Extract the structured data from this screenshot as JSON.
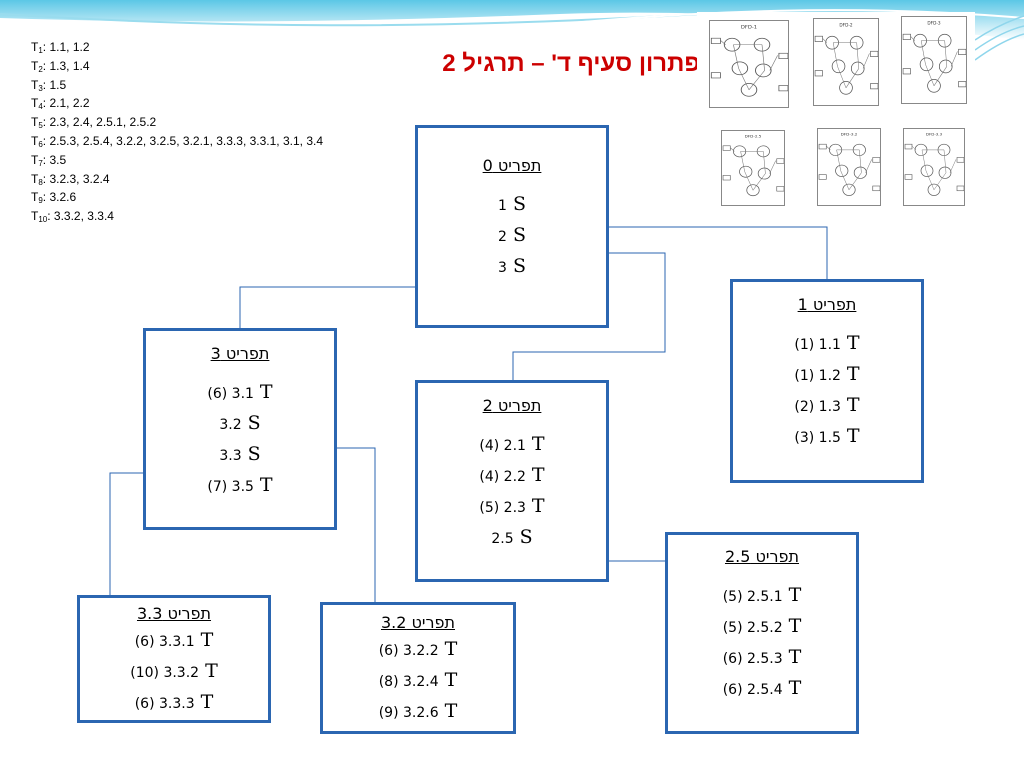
{
  "slide": {
    "title": "פתרון סעיף ד' – תרגיל 2"
  },
  "transactions": [
    {
      "name": "T",
      "sub": "1",
      "values": ": 1.1, 1.2"
    },
    {
      "name": "T",
      "sub": "2",
      "values": ": 1.3, 1.4"
    },
    {
      "name": "T",
      "sub": "3",
      "values": ": 1.5"
    },
    {
      "name": "T",
      "sub": "4",
      "values": ": 2.1, 2.2"
    },
    {
      "name": "T",
      "sub": "5",
      "values": ": 2.3, 2.4, 2.5.1, 2.5.2"
    },
    {
      "name": "T",
      "sub": "6",
      "values": ": 2.5.3, 2.5.4, 3.2.2, 3.2.5, 3.2.1, 3.3.3, 3.3.1, 3.1, 3.4"
    },
    {
      "name": "T",
      "sub": "7",
      "values": ": 3.5"
    },
    {
      "name": "T",
      "sub": "8",
      "values": ": 3.2.3, 3.2.4"
    },
    {
      "name": "T",
      "sub": "9",
      "values": ": 3.2.6"
    },
    {
      "name": "T",
      "sub": "10",
      "values": ": 3.3.2, 3.3.4"
    }
  ],
  "menus": {
    "menu0": {
      "header": "תפריט 0",
      "items": [
        {
          "label": "1",
          "type": "S"
        },
        {
          "label": "2",
          "type": "S"
        },
        {
          "label": "3",
          "type": "S"
        }
      ]
    },
    "menu1": {
      "header": "תפריט 1",
      "items": [
        {
          "label": "(1)  1.1",
          "type": "T"
        },
        {
          "label": "(1)  1.2",
          "type": "T"
        },
        {
          "label": "(2)  1.3",
          "type": "T"
        },
        {
          "label": "(3)  1.5",
          "type": "T"
        }
      ]
    },
    "menu2": {
      "header": "תפריט 2",
      "items": [
        {
          "label": "(4)  2.1",
          "type": "T"
        },
        {
          "label": "(4)  2.2",
          "type": "T"
        },
        {
          "label": "(5)  2.3",
          "type": "T"
        },
        {
          "label": "2.5",
          "type": "S"
        }
      ]
    },
    "menu3": {
      "header": "תפריט 3",
      "items": [
        {
          "label": "(6)  3.1",
          "type": "T"
        },
        {
          "label": "3.2",
          "type": "S"
        },
        {
          "label": "3.3",
          "type": "S"
        },
        {
          "label": "(7)  3.5",
          "type": "T"
        }
      ]
    },
    "menu25": {
      "header": "תפריט 2.5",
      "items": [
        {
          "label": "(5)  2.5.1",
          "type": "T"
        },
        {
          "label": "(5)  2.5.2",
          "type": "T"
        },
        {
          "label": "(6)  2.5.3",
          "type": "T"
        },
        {
          "label": "(6)  2.5.4",
          "type": "T"
        }
      ]
    },
    "menu32": {
      "header": "תפריט 3.2",
      "items": [
        {
          "label": "(6)  3.2.2",
          "type": "T"
        },
        {
          "label": "(8)  3.2.4",
          "type": "T"
        },
        {
          "label": "(9)  3.2.6",
          "type": "T"
        }
      ]
    },
    "menu33": {
      "header": "תפריט 3.3",
      "items": [
        {
          "label": "(6)  3.3.1",
          "type": "T"
        },
        {
          "label": "(10)  3.3.2",
          "type": "T"
        },
        {
          "label": "(6)  3.3.3",
          "type": "T"
        }
      ]
    }
  },
  "colors": {
    "box_border": "#2b66b1",
    "title": "#cc0000",
    "connector": "#2b66b1"
  },
  "thumbnails": {
    "labels": [
      "DFD-1",
      "DFD-2",
      "DFD-3",
      "DFD-2.5",
      "DFD-3.2",
      "DFD-3.3"
    ]
  }
}
